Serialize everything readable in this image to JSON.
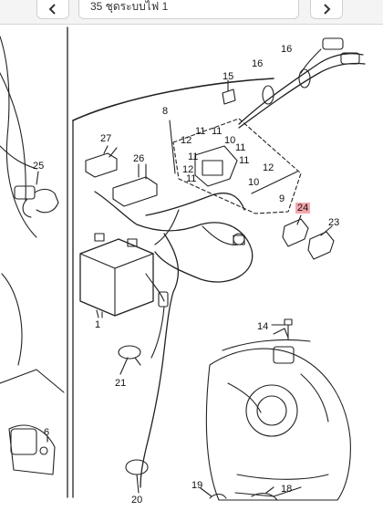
{
  "toolbar": {
    "back_icon": "chevron-left-icon",
    "dropdown_text": "35 ชุดระบบไฟ 1",
    "forward_icon": "chevron-right-icon"
  },
  "diagram": {
    "highlight_color": "#f3a6ad",
    "callouts": {
      "c1": "1",
      "c6": "6",
      "c8": "8",
      "c9": "9",
      "c10a": "10",
      "c10b": "10",
      "c11a": "11",
      "c11b": "11",
      "c11c": "11",
      "c11d": "11",
      "c11e": "11",
      "c11f": "11",
      "c12a": "12",
      "c12b": "12",
      "c12c": "12",
      "c14": "14",
      "c15": "15",
      "c16a": "16",
      "c16b": "16",
      "c18": "18",
      "c19": "19",
      "c20": "20",
      "c21": "21",
      "c23": "23",
      "c24": "24",
      "c25": "25",
      "c26": "26",
      "c27": "27"
    }
  }
}
